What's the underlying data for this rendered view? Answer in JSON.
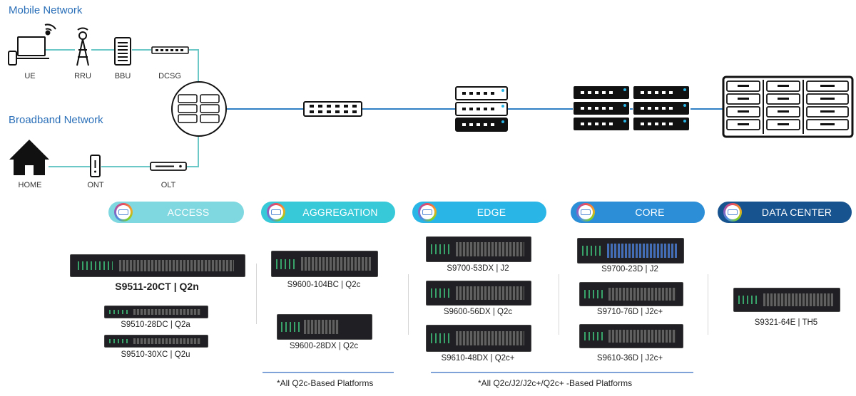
{
  "sections": {
    "mobile": "Mobile Network",
    "broadband": "Broadband Network"
  },
  "topology": {
    "ue": "UE",
    "rru": "RRU",
    "bbu": "BBU",
    "dcsg": "DCSG",
    "home": "HOME",
    "ont": "ONT",
    "olt": "OLT"
  },
  "tiers": [
    {
      "label": "ACCESS",
      "color": "#7fd8e0"
    },
    {
      "label": "AGGREGATION",
      "color": "#37c9d8"
    },
    {
      "label": "EDGE",
      "color": "#29b6e6"
    },
    {
      "label": "CORE",
      "color": "#2b8ed6"
    },
    {
      "label": "DATA CENTER",
      "color": "#17538f"
    }
  ],
  "products": {
    "access": [
      "S9511-20CT  | Q2n",
      "S9510-28DC  | Q2a",
      "S9510-30XC  | Q2u"
    ],
    "aggregation": [
      "S9600-104BC  | Q2c",
      "S9600-28DX | Q2c"
    ],
    "edge": [
      "S9700-53DX  | J2",
      "S9600-56DX  | Q2c",
      "S9610-48DX  | Q2c+"
    ],
    "core": [
      "S9700-23D  | J2",
      "S9710-76D  | J2c+",
      "S9610-36D  | J2c+"
    ],
    "datacenter": [
      "S9321-64E  | TH5"
    ]
  },
  "footnotes": {
    "q2c": "*All Q2c-Based Platforms",
    "all": "*All Q2c/J2/J2c+/Q2c+ -Based Platforms"
  },
  "colors": {
    "link": "#2f7fc4",
    "access_link": "#6cc7c7",
    "title": "#2a6fb8"
  }
}
